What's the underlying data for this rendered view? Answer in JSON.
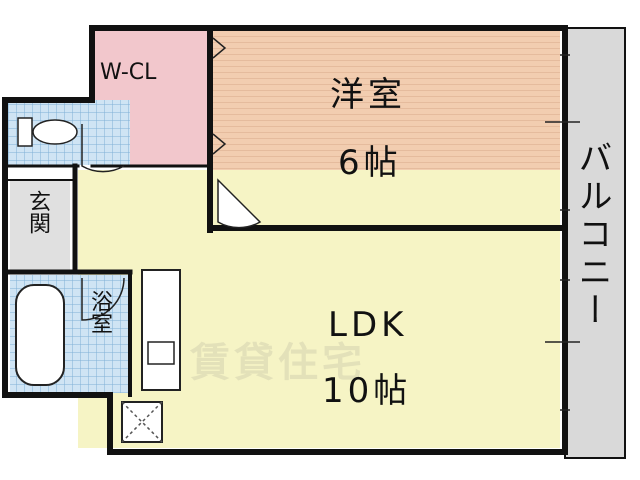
{
  "rooms": {
    "wcl": "W-CL",
    "western_room_name": "洋室",
    "western_room_size": "6帖",
    "ldk_name": "LDK",
    "ldk_size": "10帖",
    "entrance": "玄関",
    "bath": "浴室",
    "balcony": "バルコニー"
  },
  "watermark": "賃貸住宅",
  "colors": {
    "western_room": "#f2cdb0",
    "ldk": "#f6f4c5",
    "wcl": "#f2c7cc",
    "wet_area": "#cfe4f4",
    "balcony": "#d9d9d9",
    "entrance": "#e0e0e0",
    "wall": "#111111"
  }
}
